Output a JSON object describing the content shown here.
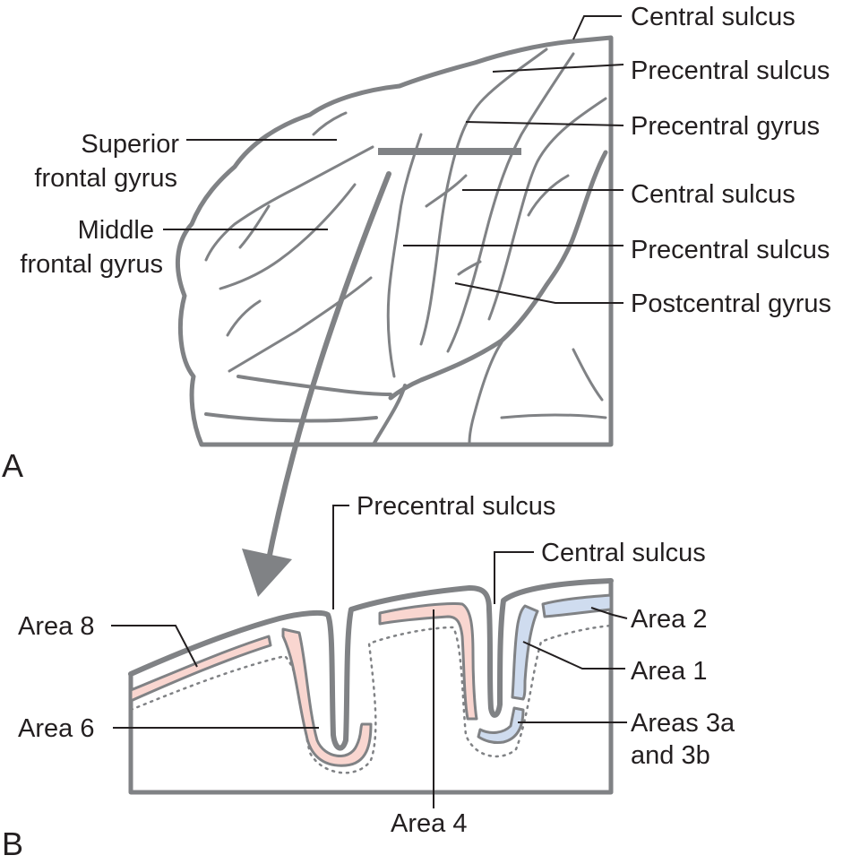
{
  "panels": {
    "a": "A",
    "b": "B"
  },
  "colors": {
    "outline": "#808285",
    "text": "#231f20",
    "pink_area": "#f9d6d0",
    "blue_area": "#cfdcef"
  },
  "panel_a_labels": {
    "central_sulcus_top": "Central sulcus",
    "precentral_sulcus_1": "Precentral sulcus",
    "precentral_gyrus": "Precentral gyrus",
    "central_sulcus_2": "Central sulcus",
    "precentral_sulcus_2": "Precentral sulcus",
    "postcentral_gyrus": "Postcentral gyrus",
    "superior_frontal_gyrus_line1": "Superior",
    "superior_frontal_gyrus_line2": "frontal gyrus",
    "middle_frontal_gyrus_line1": "Middle",
    "middle_frontal_gyrus_line2": "frontal gyrus"
  },
  "panel_b_labels": {
    "precentral_sulcus": "Precentral sulcus",
    "central_sulcus": "Central sulcus",
    "area_8": "Area 8",
    "area_6": "Area 6",
    "area_4": "Area 4",
    "area_2": "Area 2",
    "area_1": "Area 1",
    "areas_3a_3b_line1": "Areas 3a",
    "areas_3a_3b_line2": "and 3b"
  }
}
